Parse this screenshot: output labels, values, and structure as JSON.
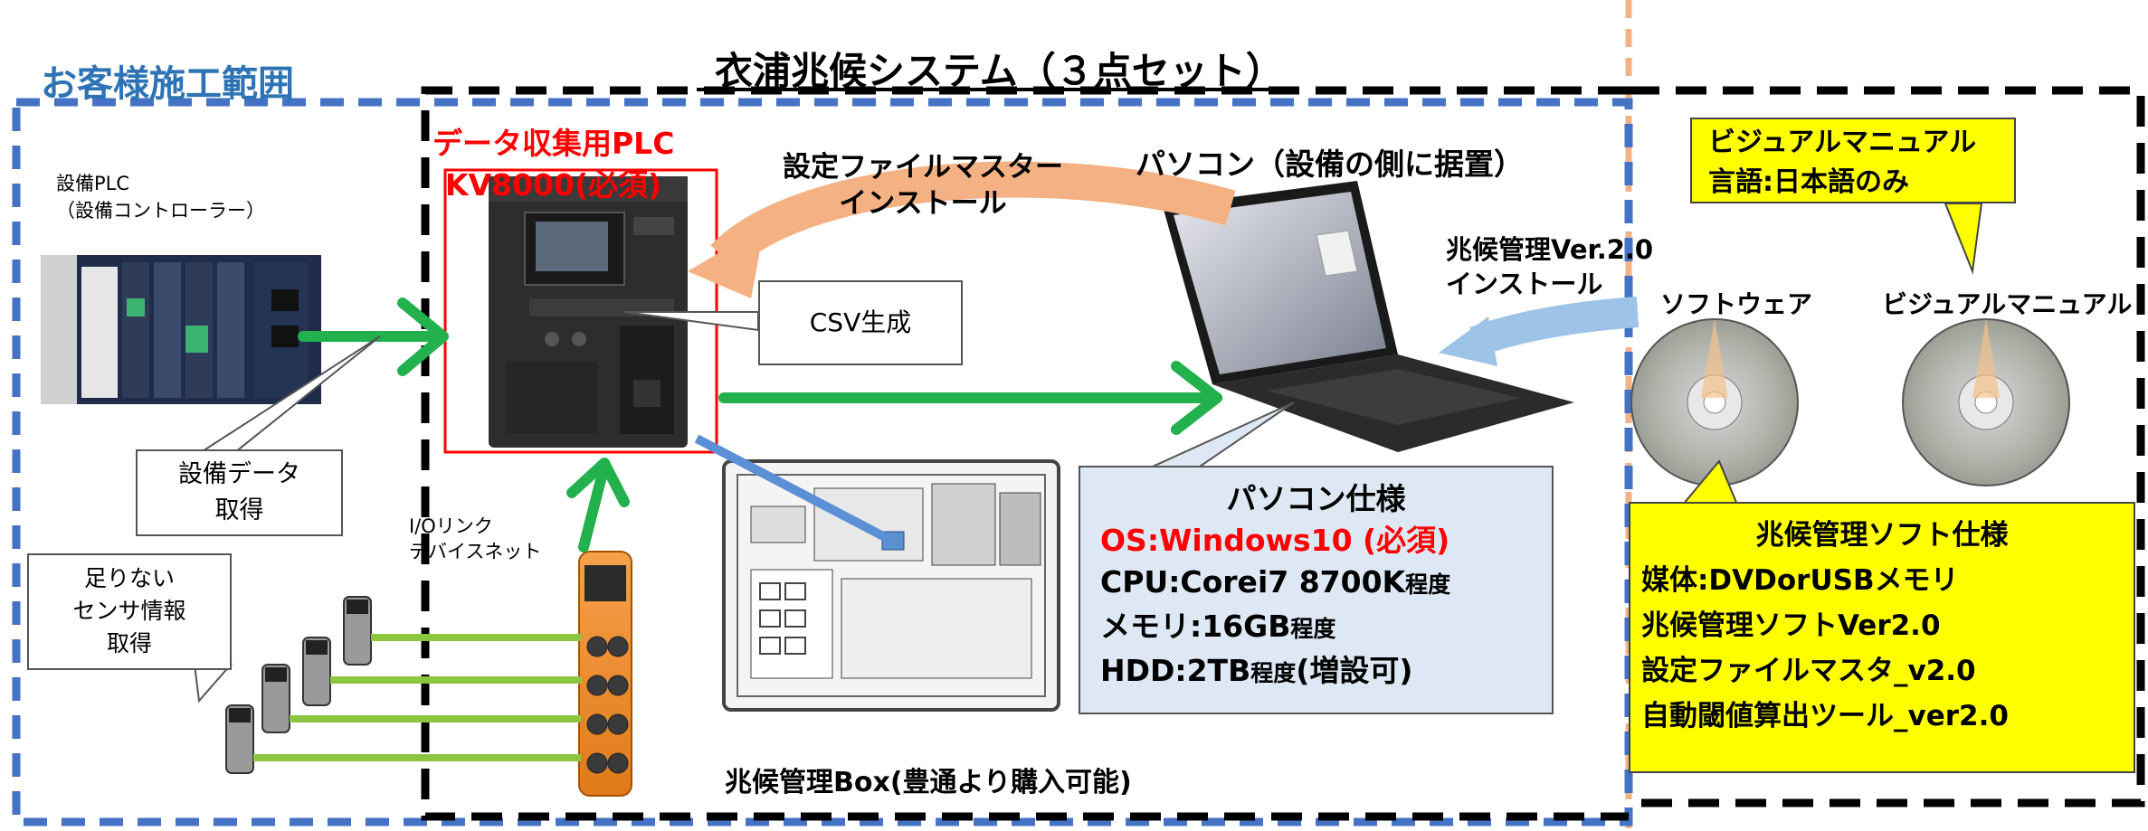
{
  "labels": {
    "customer_area": "お客様施工範囲",
    "system_title": "衣浦兆候システム（３点セット）",
    "plc_title": "データ収集用PLC",
    "plc_model": "KV8000(必須)",
    "equipment_plc_line1": "設備PLC",
    "equipment_plc_line2": "（設備コントローラー）",
    "settings_install_line1": "設定ファイルマスター",
    "settings_install_line2": "インストール",
    "pc_title": "パソコン（設備の側に据置）",
    "kancho_install_line1": "兆候管理Ver.2.0",
    "kancho_install_line2": "インストール",
    "csv": "CSV生成",
    "software_disc": "ソフトウェア",
    "manual_disc": "ビジュアルマニュアル",
    "equipment_data_line1": "設備データ",
    "equipment_data_line2": "取得",
    "io_link_line1": "I/Oリンク",
    "io_link_line2": "デバイスネット",
    "sensor_line1": "足りない",
    "sensor_line2": "センサ情報",
    "sensor_line3": "取得",
    "box_caption": "兆候管理Box(豊通より購入可能)"
  },
  "manual_note": {
    "line1": "ビジュアルマニュアル",
    "line2": "言語:日本語のみ"
  },
  "pc_spec": {
    "title": "パソコン仕様",
    "os": "OS:Windows10 (必須)",
    "cpu_main": "CPU:Corei7 8700K",
    "cpu_suffix": "程度",
    "mem_main": "メモリ:16GB",
    "mem_suffix": "程度",
    "hdd_main": "HDD:2TB",
    "hdd_suffix": "程度",
    "hdd_tail": "(増設可)"
  },
  "soft_spec": {
    "title": "兆候管理ソフト仕様",
    "line1": "媒体:DVDorUSBメモリ",
    "line2": "兆候管理ソフトVer2.0",
    "line3": "設定ファイルマスタ_v2.0",
    "line4": "自動閾値算出ツール_ver2.0"
  },
  "colors": {
    "customer_blue": "#4472c4",
    "title_blue": "#2e74b5",
    "plc_red": "#ff0000",
    "arrow_green": "#22b14c",
    "arrow_orange": "#f4b183",
    "arrow_lightblue": "#9dc3e6",
    "note_yellow": "#ffff00",
    "spec_blue": "#dde8f4",
    "divider_orange": "#f4b183"
  },
  "icons": [
    "plc-device-image",
    "laptop-image",
    "dvd-disc-icon",
    "io-link-module-image",
    "sensor-icon",
    "control-box-image"
  ]
}
